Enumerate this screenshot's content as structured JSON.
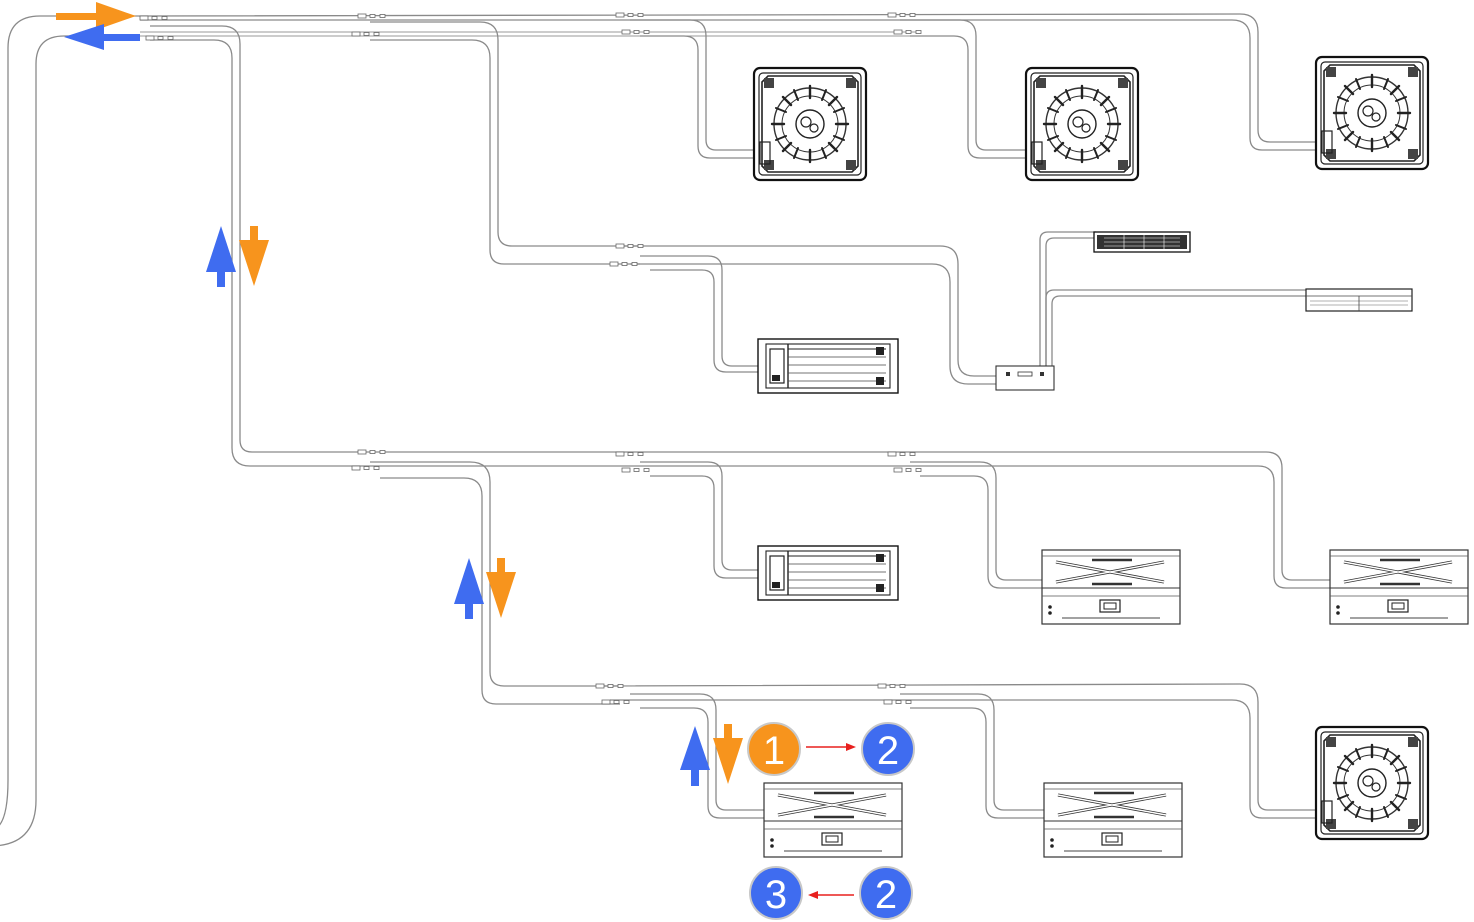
{
  "colors": {
    "supply_arrow": "#f7941d",
    "return_arrow": "#3f6cf0",
    "sequence_arrow": "#e8201e",
    "badge_border": "#c8c8c8",
    "pipe": "#8a8a8a",
    "unit_outline": "#222222"
  },
  "flow_arrows": [
    {
      "name": "supply-arrow-icon",
      "direction": "right",
      "color": "supply"
    },
    {
      "name": "return-arrow-icon",
      "direction": "left",
      "color": "return"
    },
    {
      "name": "riser-1-up-arrow-icon",
      "direction": "up",
      "color": "return"
    },
    {
      "name": "riser-1-down-arrow-icon",
      "direction": "down",
      "color": "supply"
    },
    {
      "name": "riser-2-up-arrow-icon",
      "direction": "up",
      "color": "return"
    },
    {
      "name": "riser-2-down-arrow-icon",
      "direction": "down",
      "color": "supply"
    },
    {
      "name": "riser-3-up-arrow-icon",
      "direction": "up",
      "color": "return"
    },
    {
      "name": "riser-3-down-arrow-icon",
      "direction": "down",
      "color": "supply"
    }
  ],
  "badges": {
    "row1_left": {
      "label": "1",
      "color": "#f7941d"
    },
    "row1_right": {
      "label": "2",
      "color": "#3f6cf0"
    },
    "row2_left": {
      "label": "3",
      "color": "#3f6cf0"
    },
    "row2_right": {
      "label": "2",
      "color": "#3f6cf0"
    }
  },
  "units": [
    {
      "name": "cassette-unit-icon",
      "type": "cassette"
    },
    {
      "name": "cassette-unit-icon",
      "type": "cassette"
    },
    {
      "name": "cassette-unit-icon",
      "type": "cassette"
    },
    {
      "name": "cassette-unit-icon",
      "type": "cassette"
    },
    {
      "name": "ducted-unit-icon",
      "type": "ducted"
    },
    {
      "name": "ducted-unit-icon",
      "type": "ducted"
    },
    {
      "name": "console-unit-icon",
      "type": "console"
    },
    {
      "name": "console-unit-icon",
      "type": "console"
    },
    {
      "name": "console-unit-icon",
      "type": "console"
    },
    {
      "name": "console-unit-icon",
      "type": "console"
    },
    {
      "name": "wall-unit-icon",
      "type": "wall-mounted"
    },
    {
      "name": "ceiling-unit-icon",
      "type": "ceiling"
    },
    {
      "name": "branch-box-icon",
      "type": "branch-box"
    }
  ]
}
